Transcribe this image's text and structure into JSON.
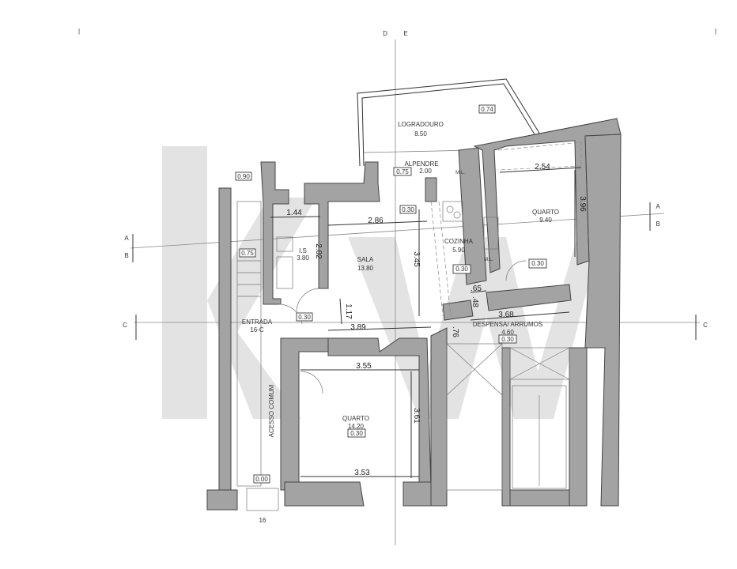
{
  "axes": {
    "top_left_mark": "|",
    "top_right_mark": "|",
    "d": "D",
    "e": "E",
    "a_left": "A",
    "b_left": "B",
    "a_right": "A",
    "b_right": "B",
    "c_left": "C",
    "c_right": "C"
  },
  "watermark": "kw",
  "rooms": {
    "logradouro": {
      "name": "LOGRADOURO",
      "area": "8.50",
      "height": "0.74"
    },
    "alpendre": {
      "name": "ALPENDRE",
      "area": "2.00",
      "height": "0.75",
      "ml": "M.L."
    },
    "quarto_small": {
      "name": "QUARTO",
      "area": "9.40",
      "height": "0.30"
    },
    "is": {
      "name": "I.S",
      "area": "3.80"
    },
    "sala": {
      "name": "SALA",
      "area": "13.80",
      "height": "0.30"
    },
    "cozinha": {
      "name": "COZINHA",
      "area": "5.90",
      "height": "0.30",
      "ml": "M.L."
    },
    "despensa": {
      "name": "DESPENSA/ ARRUMOS",
      "area": "4.60",
      "height": "0.30"
    },
    "entrada": {
      "name": "ENTRADA",
      "area": "16-C",
      "height": "0.30"
    },
    "quarto_large": {
      "name": "QUARTO",
      "area": "14.20",
      "height": "0.30"
    },
    "acesso": {
      "name": "ACESSO COMUM",
      "height": "0.00"
    },
    "stair_left": {
      "height": "0.75"
    },
    "top_left": {
      "height": "0.90"
    }
  },
  "dimensions": {
    "d144": "1.44",
    "d286": "2.86",
    "d254": "2.54",
    "d396": "3.96",
    "d202": "2.02",
    "d345": "3.45",
    "d065": ".65",
    "d048": ".48",
    "d368": "3.68",
    "d117": "1.17",
    "d389": "3.89",
    "d076": ".76",
    "d355": "3.55",
    "d361": "3.61",
    "d353": "3.53"
  },
  "door_number": "16"
}
